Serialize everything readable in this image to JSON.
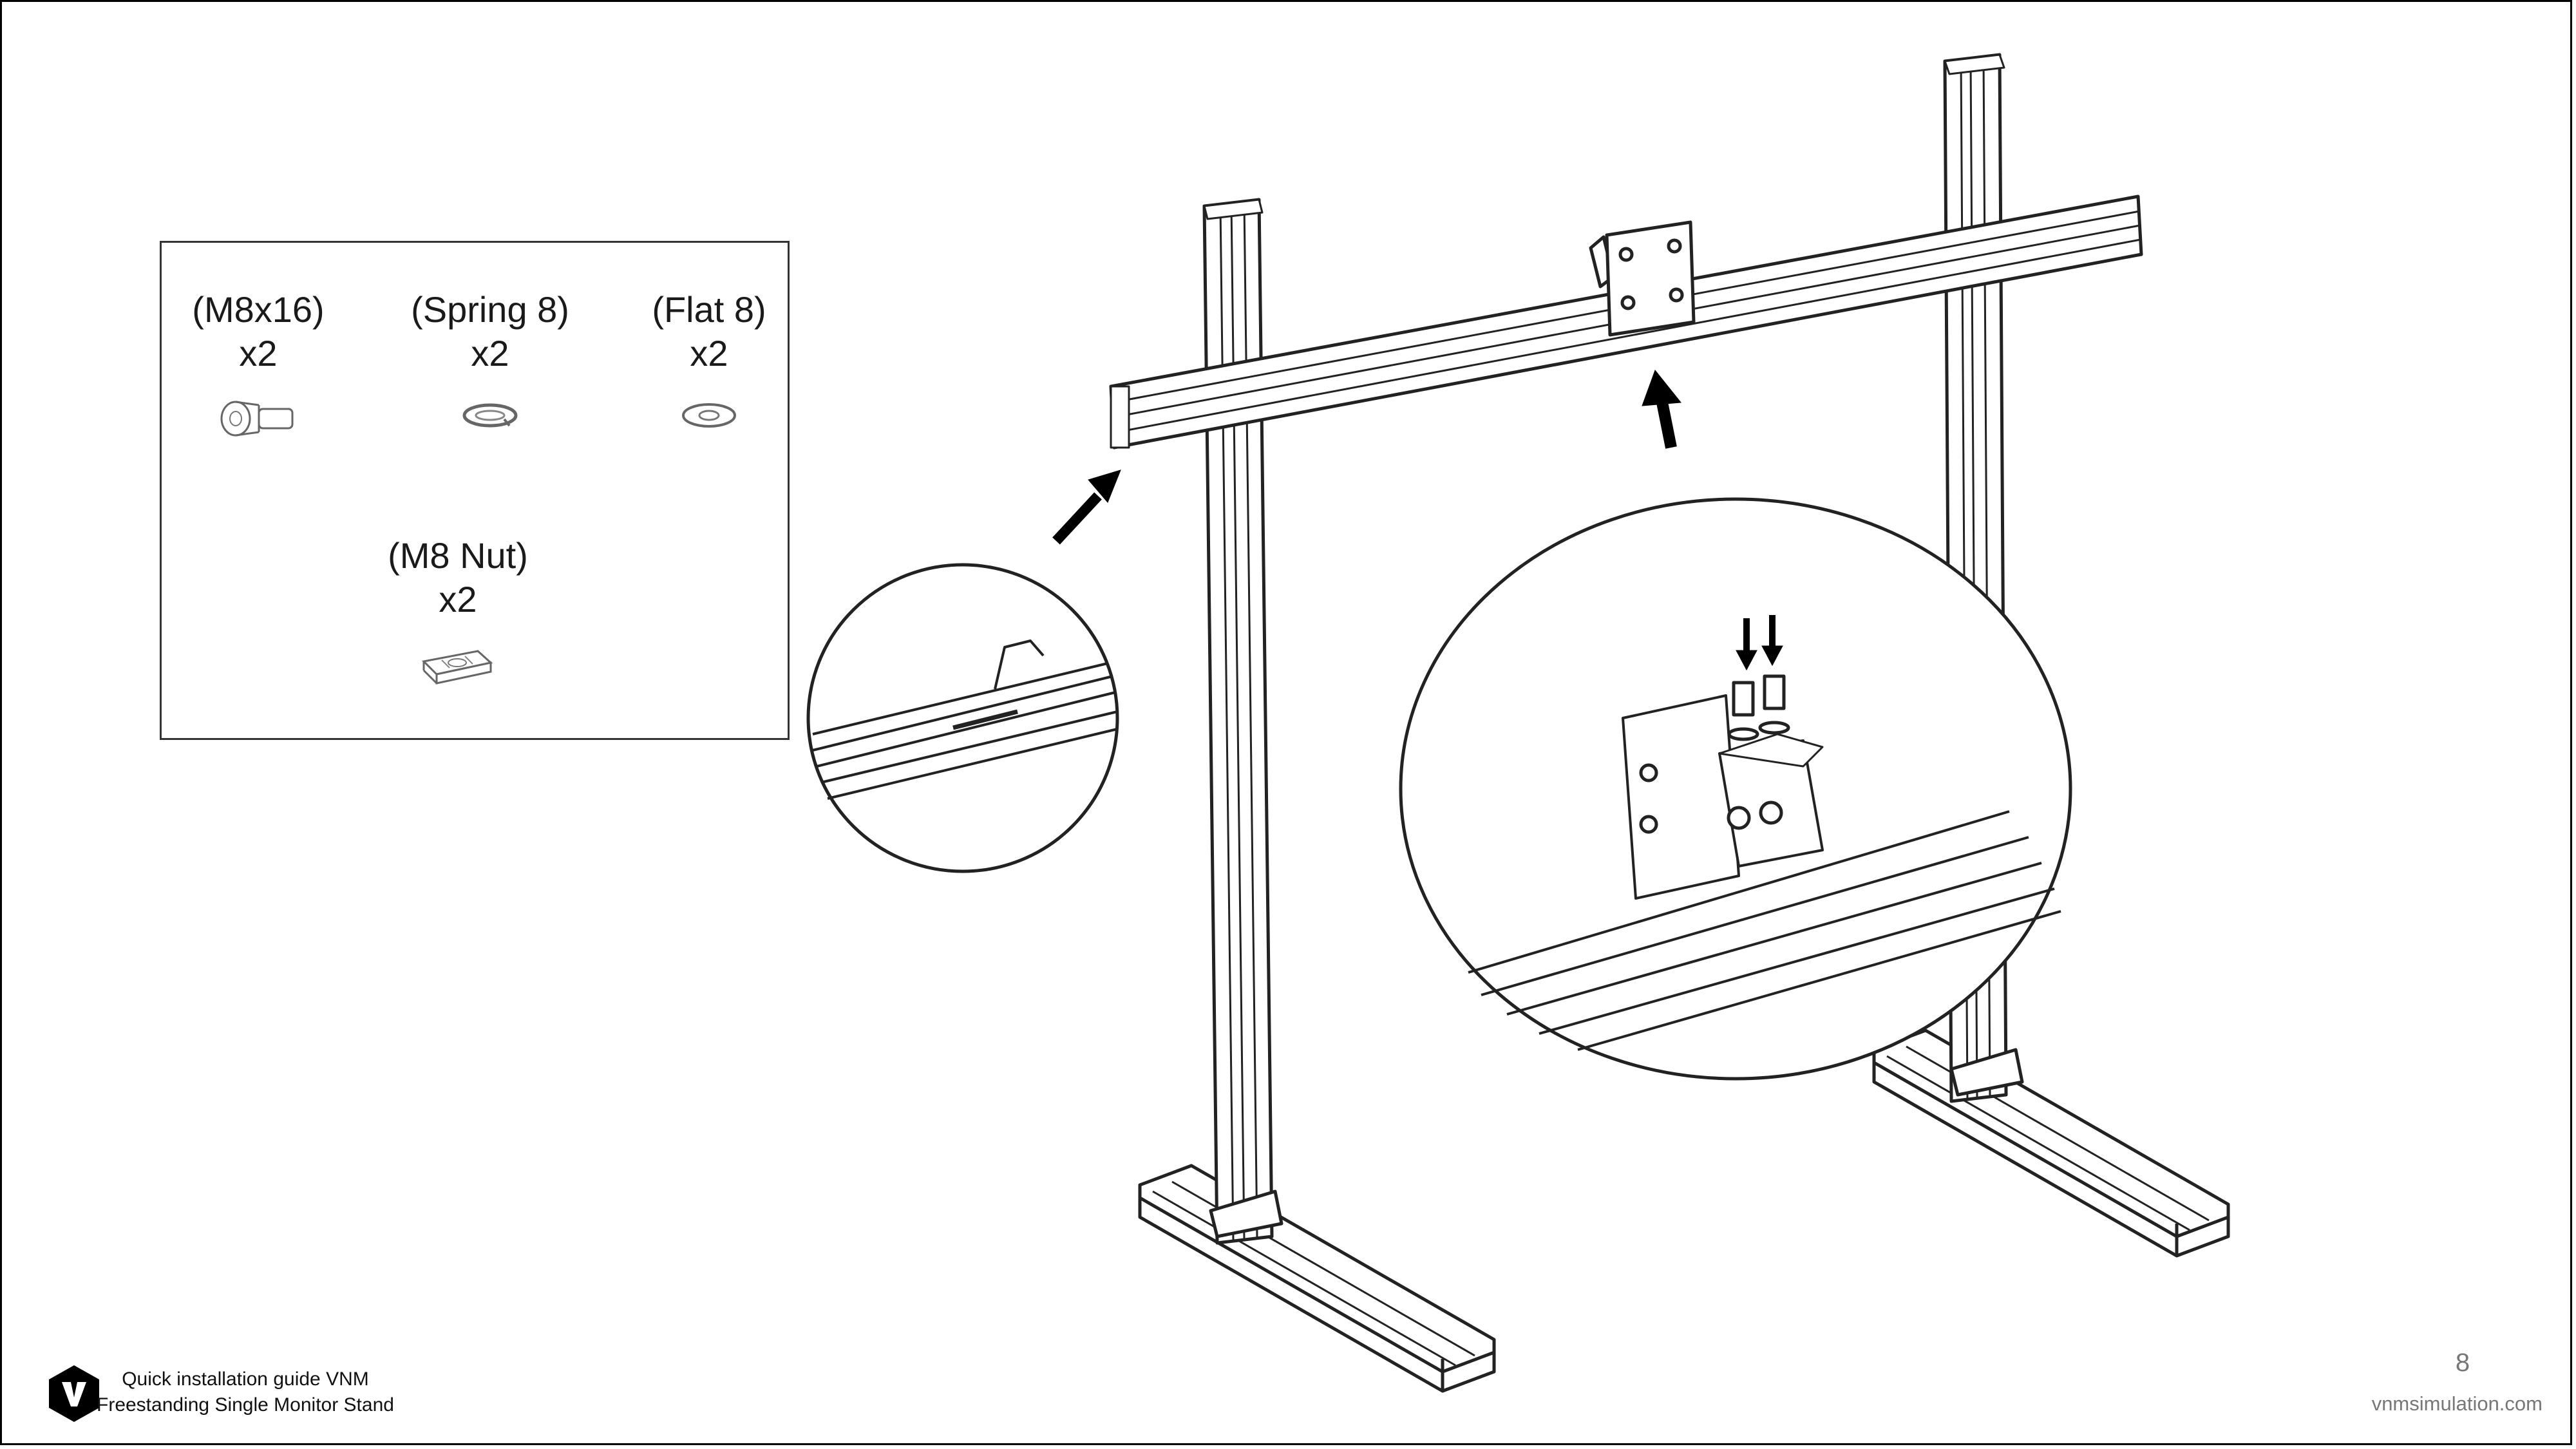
{
  "hardware": [
    {
      "name": "(M8x16)",
      "qty": "x2",
      "icon": "bolt-icon"
    },
    {
      "name": "(Spring 8)",
      "qty": "x2",
      "icon": "spring-washer-icon"
    },
    {
      "name": "(Flat 8)",
      "qty": "x2",
      "icon": "flat-washer-icon"
    },
    {
      "name": "(M8 Nut)",
      "qty": "x2",
      "icon": "t-nut-icon"
    }
  ],
  "footer": {
    "line1": "Quick installation guide VNM",
    "line2": "Freestanding Single Monitor Stand",
    "page_number": "8",
    "website": "vnmsimulation.com"
  }
}
